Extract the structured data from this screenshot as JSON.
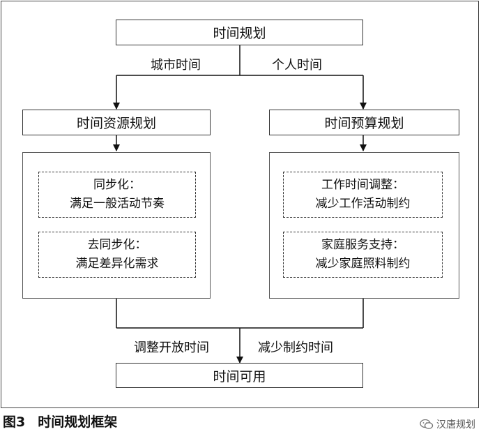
{
  "top_box": "时间规划",
  "branch_left_label": "城市时间",
  "branch_right_label": "个人时间",
  "left_box": "时间资源规划",
  "right_box": "时间预算规划",
  "left_items": [
    {
      "line1": "同步化：",
      "line2": "满足一般活动节奏"
    },
    {
      "line1": "去同步化：",
      "line2": "满足差异化需求"
    }
  ],
  "right_items": [
    {
      "line1": "工作时间调整：",
      "line2": "减少工作活动制约"
    },
    {
      "line1": "家庭服务支持：",
      "line2": "减少家庭照料制约"
    }
  ],
  "merge_left_label": "调整开放时间",
  "merge_right_label": "减少制约时间",
  "bottom_box": "时间可用",
  "caption_number": "图3",
  "caption_title": "时间规划框架",
  "watermark_icon": "wechat-icon",
  "watermark": "汉唐规划"
}
